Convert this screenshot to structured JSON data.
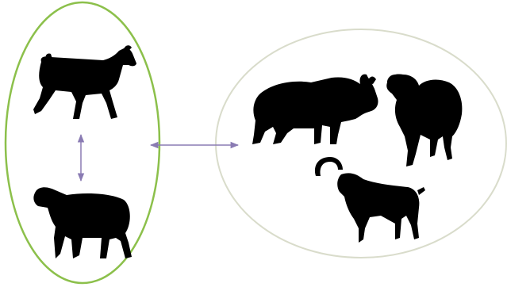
{
  "figure": {
    "left_group": {
      "outline_color": "#8cc04b",
      "members": [
        {
          "animal": "goat",
          "icon": "goat-silhouette"
        },
        {
          "animal": "sheep",
          "icon": "sheep-silhouette"
        }
      ],
      "internal_link": "bidirectional"
    },
    "right_group": {
      "outline_color": "#d9dccb",
      "members": [
        {
          "animal": "mountain goat",
          "icon": "mountain-goat-silhouette"
        },
        {
          "animal": "mouflon",
          "icon": "mouflon-silhouette"
        },
        {
          "animal": "ibex",
          "icon": "ibex-silhouette"
        }
      ]
    },
    "group_link": "bidirectional",
    "arrow_color": "#8a7bb3",
    "silhouette_color": "#000000"
  }
}
